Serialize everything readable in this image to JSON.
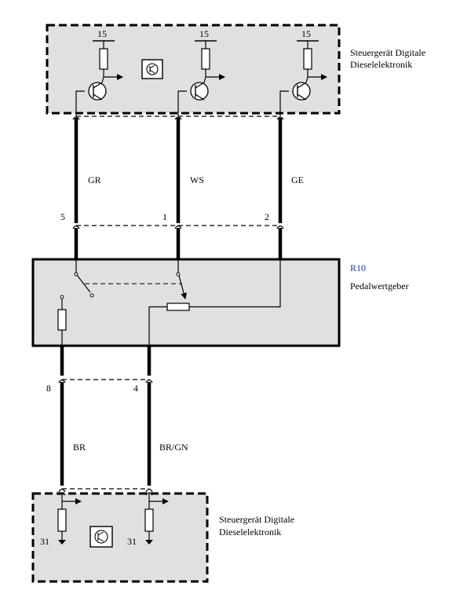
{
  "top_unit": {
    "name_line1": "Steuergerät Digitale",
    "name_line2": "Dieselelektronik",
    "terminals": [
      "15",
      "15",
      "15"
    ]
  },
  "wires_upper": [
    {
      "color": "GR",
      "pin": "5"
    },
    {
      "color": "WS",
      "pin": "1"
    },
    {
      "color": "GE",
      "pin": "2"
    }
  ],
  "sensor": {
    "id": "R10",
    "name": "Pedalwertgeber"
  },
  "wires_lower": [
    {
      "color": "BR",
      "pin": "8"
    },
    {
      "color": "BR/GN",
      "pin": "4"
    }
  ],
  "bottom_unit": {
    "name_line1": "Steuergerät Digitale",
    "name_line2": "Dieselelektronik",
    "terminals": [
      "31",
      "31"
    ]
  },
  "colors": {
    "housing_fill": "#e0e0e0",
    "sensor_id_color": "#1f2fa8",
    "line": "#000000"
  }
}
